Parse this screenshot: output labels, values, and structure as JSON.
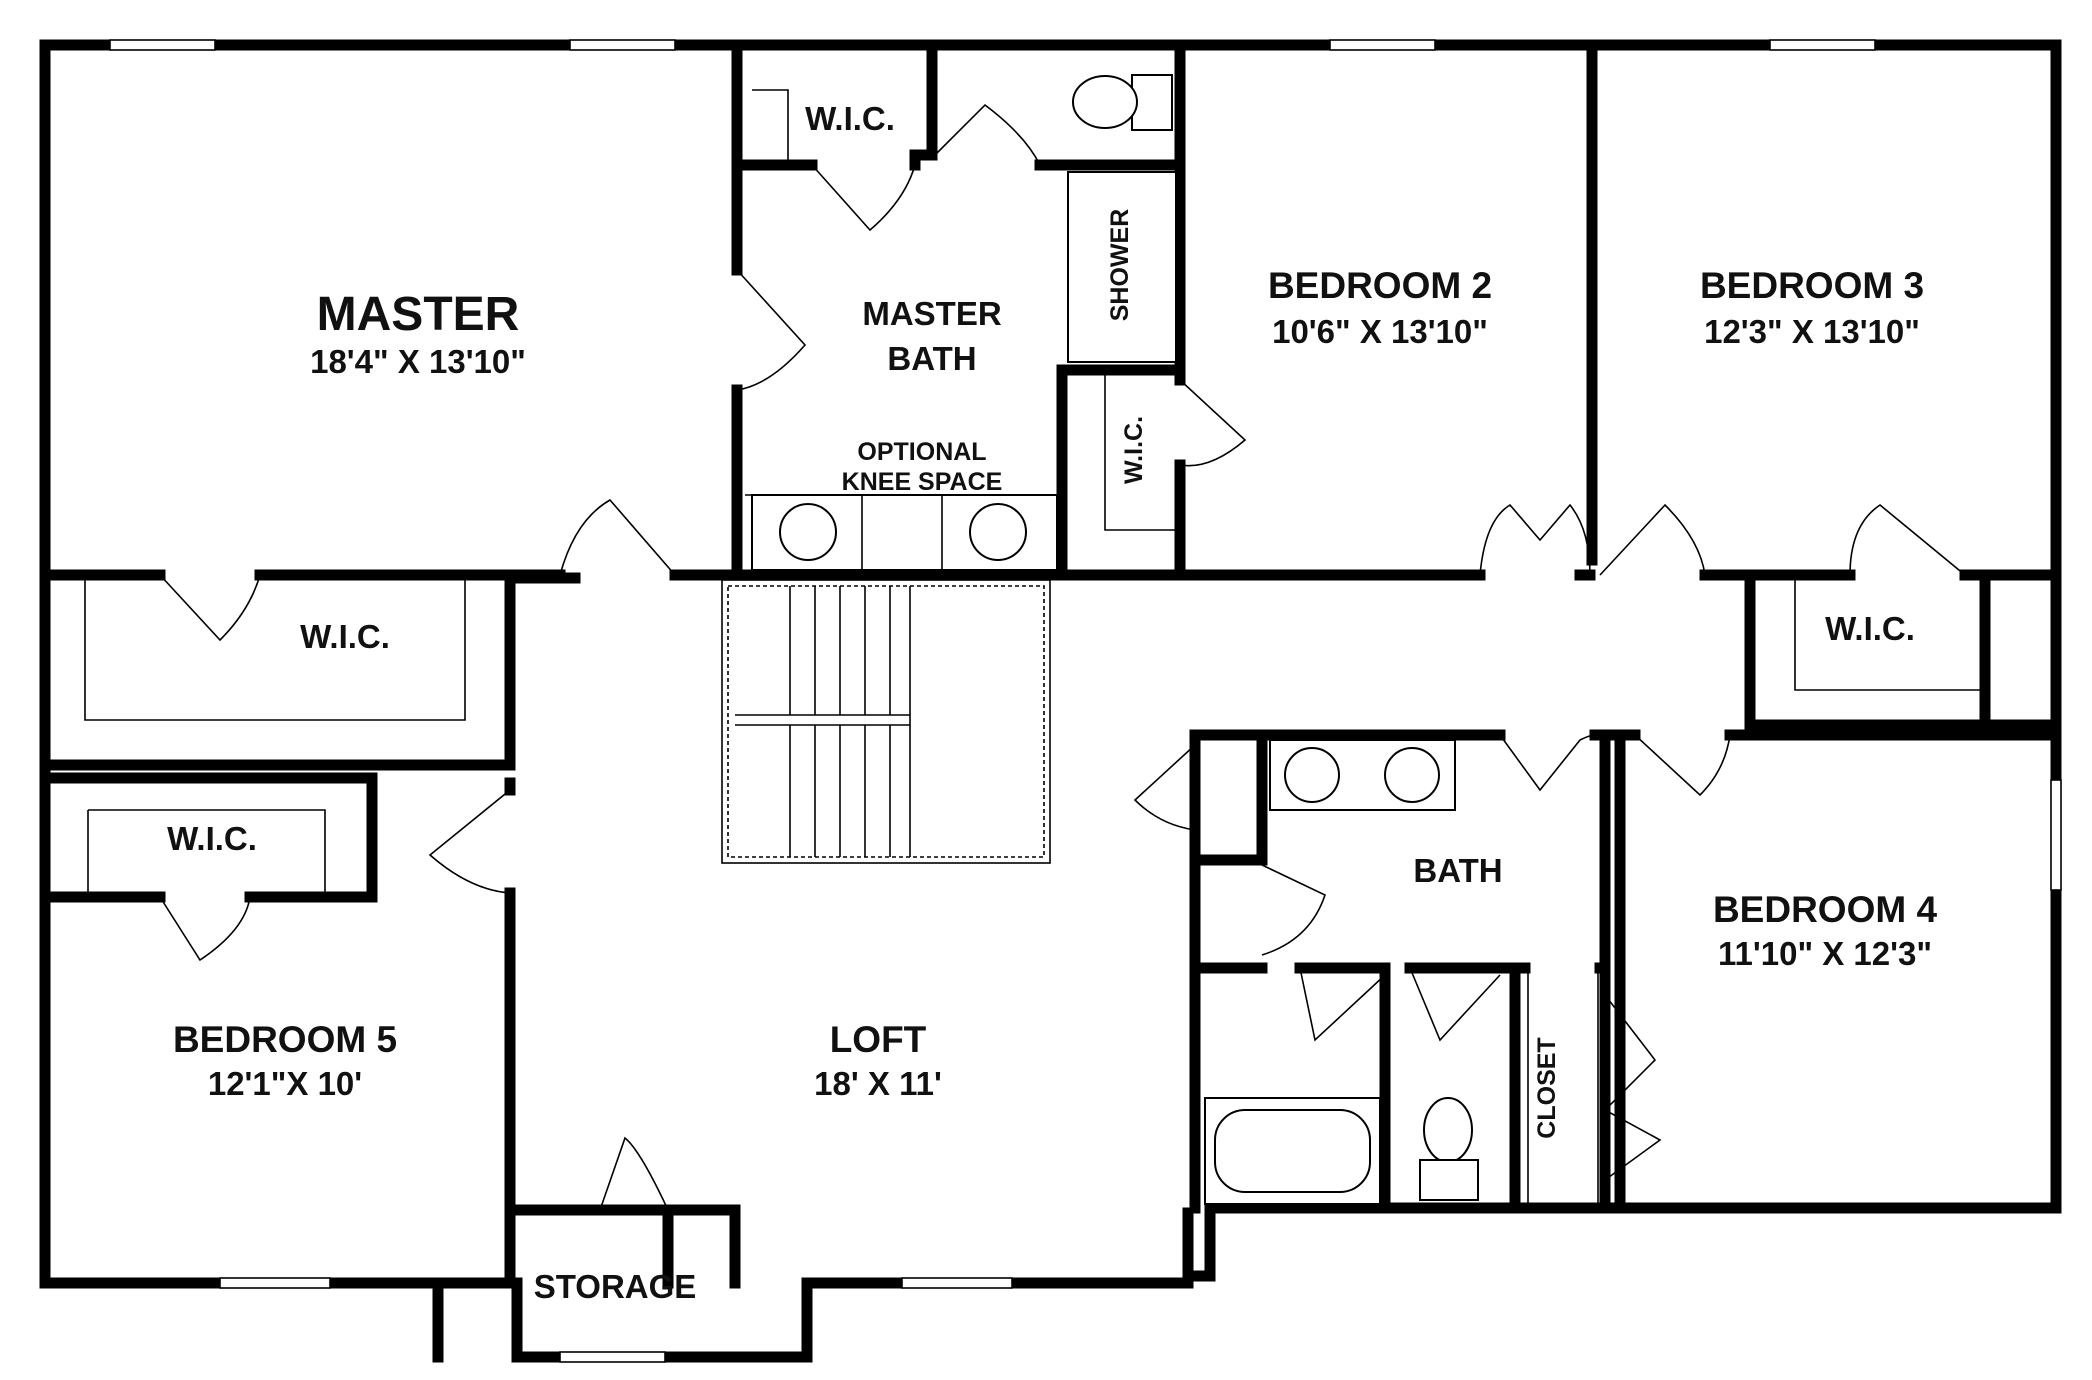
{
  "rooms": {
    "master": {
      "name": "MASTER",
      "dims": "18'4\" X 13'10\""
    },
    "master_bath": {
      "name_line1": "MASTER",
      "name_line2": "BATH",
      "note_line1": "OPTIONAL",
      "note_line2": "KNEE SPACE"
    },
    "master_wic_top": {
      "name": "W.I.C."
    },
    "master_wic_left": {
      "name": "W.I.C."
    },
    "shower": {
      "name": "SHOWER"
    },
    "bath_wic": {
      "name": "W.I.C."
    },
    "bedroom2": {
      "name": "BEDROOM 2",
      "dims": "10'6\" X 13'10\""
    },
    "bedroom3": {
      "name": "BEDROOM 3",
      "dims": "12'3\" X 13'10\""
    },
    "bedroom3_wic": {
      "name": "W.I.C."
    },
    "bedroom4": {
      "name": "BEDROOM 4",
      "dims": "11'10\" X 12'3\""
    },
    "bedroom5": {
      "name": "BEDROOM 5",
      "dims": "12'1\"X 10'"
    },
    "bedroom5_wic": {
      "name": "W.I.C."
    },
    "loft": {
      "name": "LOFT",
      "dims": "18' X 11'"
    },
    "bath": {
      "name": "BATH"
    },
    "closet": {
      "name": "CLOSET"
    },
    "storage": {
      "name": "STORAGE"
    }
  }
}
